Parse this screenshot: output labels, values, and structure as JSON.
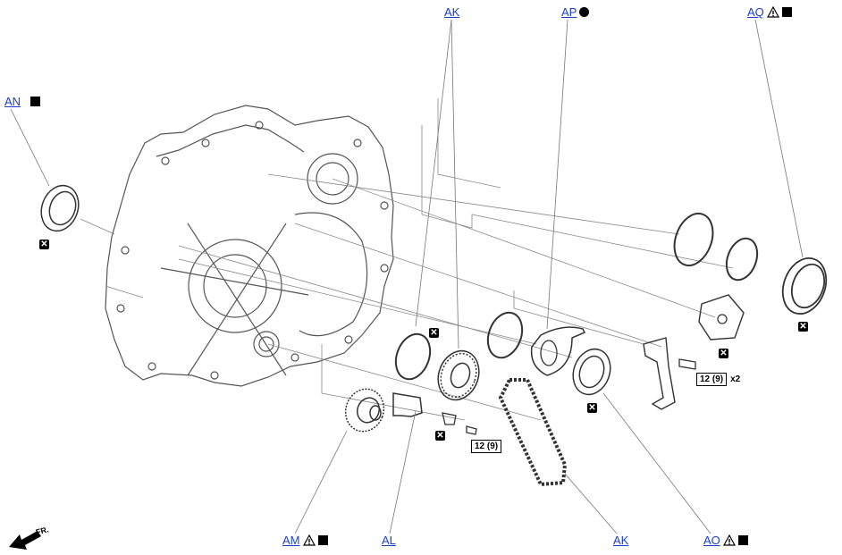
{
  "callouts": {
    "ak_top": {
      "label": "AK"
    },
    "ap": {
      "label": "AP"
    },
    "aq": {
      "label": "AQ"
    },
    "an": {
      "label": "AN"
    },
    "am": {
      "label": "AM"
    },
    "al": {
      "label": "AL"
    },
    "ak_bottom": {
      "label": "AK"
    },
    "ao": {
      "label": "AO"
    }
  },
  "torques": {
    "bolt_right": {
      "value": "12 (9)",
      "qty": "x2"
    },
    "bolt_center": {
      "value": "12 (9)"
    }
  },
  "front_marker": {
    "label": "FR."
  },
  "replace_mark": "✕"
}
